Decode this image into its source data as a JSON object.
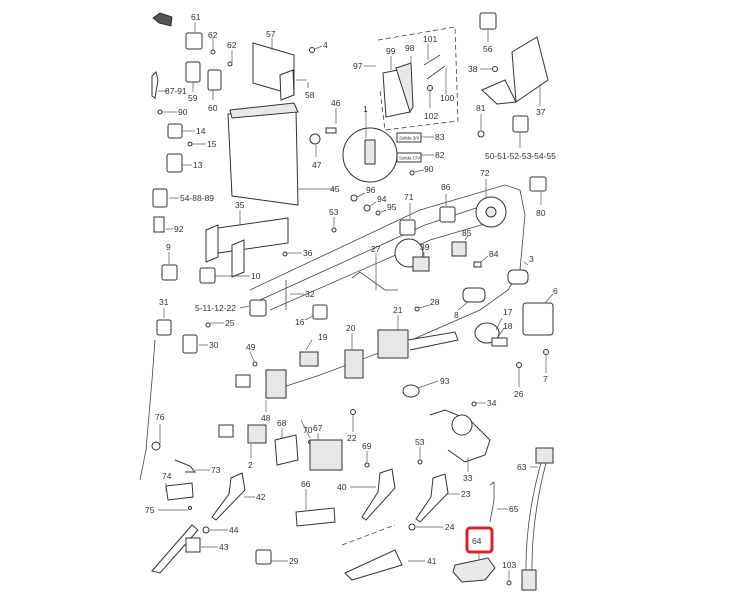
{
  "diagram": {
    "type": "exploded-parts-view",
    "highlight_color": "#d9222a",
    "highlighted_callout": "64",
    "decals": {
      "a": "Salida 3/4",
      "b": "Salida C/V"
    },
    "callouts": {
      "c61": "61",
      "c62a": "62",
      "c62b": "62",
      "c57": "57",
      "c4": "4",
      "c59": "59",
      "c60": "60",
      "c58": "58",
      "c8791": "87-91",
      "c90a": "90",
      "c46": "46",
      "c47": "47",
      "c14": "14",
      "c15": "15",
      "c13": "13",
      "c548889": "54-88-89",
      "c92": "92",
      "c9": "9",
      "c10": "10",
      "c35": "35",
      "c36": "36",
      "c45": "45",
      "c53a": "53",
      "c97": "97",
      "c99": "99",
      "c98": "98",
      "c101": "101",
      "c100": "100",
      "c102": "102",
      "c1": "1",
      "c83": "83",
      "c82": "82",
      "c90b": "90",
      "c96": "96",
      "c94": "94",
      "c95": "95",
      "c71": "71",
      "c86": "86",
      "c72": "72",
      "c80": "80",
      "c85": "85",
      "c84": "84",
      "c3": "3",
      "c56": "56",
      "c38": "38",
      "c37": "37",
      "c81": "81",
      "c505155": "50-51-52-53-54-55",
      "c27": "27",
      "c39": "39",
      "c28": "28",
      "c8a": "8",
      "c32": "32",
      "c16": "16",
      "c19": "19",
      "c20": "20",
      "c21": "21",
      "c6": "6",
      "c17": "17",
      "c18": "18",
      "c7": "7",
      "c26": "26",
      "c93": "93",
      "c34": "34",
      "c31": "31",
      "c5111222": "5-11-12-22",
      "c25": "25",
      "c30": "30",
      "c49": "49",
      "c48": "48",
      "c76": "76",
      "c68": "68",
      "c70": "70",
      "c67": "67",
      "c22": "22",
      "c69": "69",
      "c2": "2",
      "c73": "73",
      "c74": "74",
      "c75": "75",
      "c42": "42",
      "c44": "44",
      "c43": "43",
      "c66": "66",
      "c29": "29",
      "c53b": "53",
      "c33": "33",
      "c40": "40",
      "c23": "23",
      "c24": "24",
      "c41": "41",
      "c65": "65",
      "c64": "64",
      "c63": "63",
      "c103": "103"
    }
  }
}
